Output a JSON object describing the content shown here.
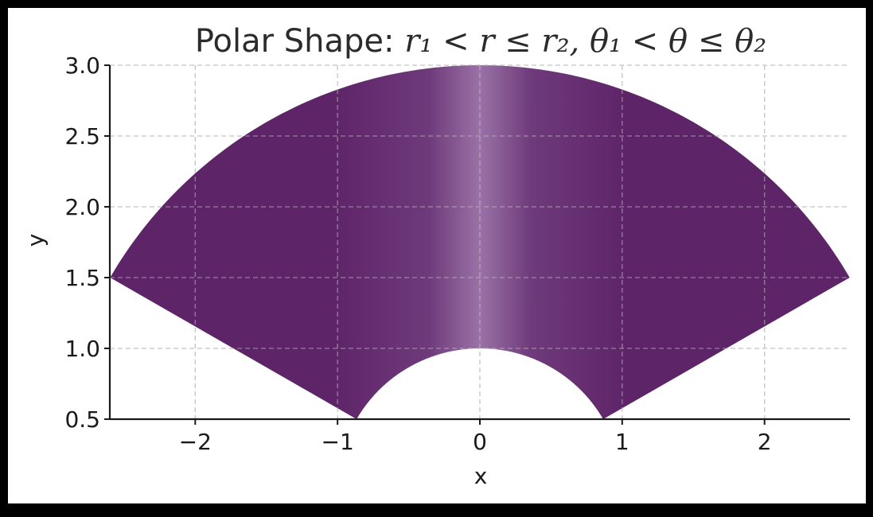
{
  "chart_data": {
    "type": "area",
    "title_prefix": "Polar Shape: ",
    "title_math": "r₁ < r ≤ r₂, θ₁ < θ ≤ θ₂",
    "xlabel": "x",
    "ylabel": "y",
    "xlim": [
      -2.6,
      2.6
    ],
    "ylim": [
      0.5,
      3.0
    ],
    "x_ticks": [
      -2,
      -1,
      0,
      1,
      2
    ],
    "x_tick_labels": [
      "−2",
      "−1",
      "0",
      "1",
      "2"
    ],
    "y_ticks": [
      0.5,
      1.0,
      1.5,
      2.0,
      2.5,
      3.0
    ],
    "y_tick_labels": [
      "0.5",
      "1.0",
      "1.5",
      "2.0",
      "2.5",
      "3.0"
    ],
    "grid": true,
    "region": {
      "r_inner": 1.0,
      "r_outer": 3.0,
      "theta_start_deg": 30,
      "theta_end_deg": 150
    },
    "fill_color": "#5e2468",
    "highlight_color": "#9a72a6"
  }
}
